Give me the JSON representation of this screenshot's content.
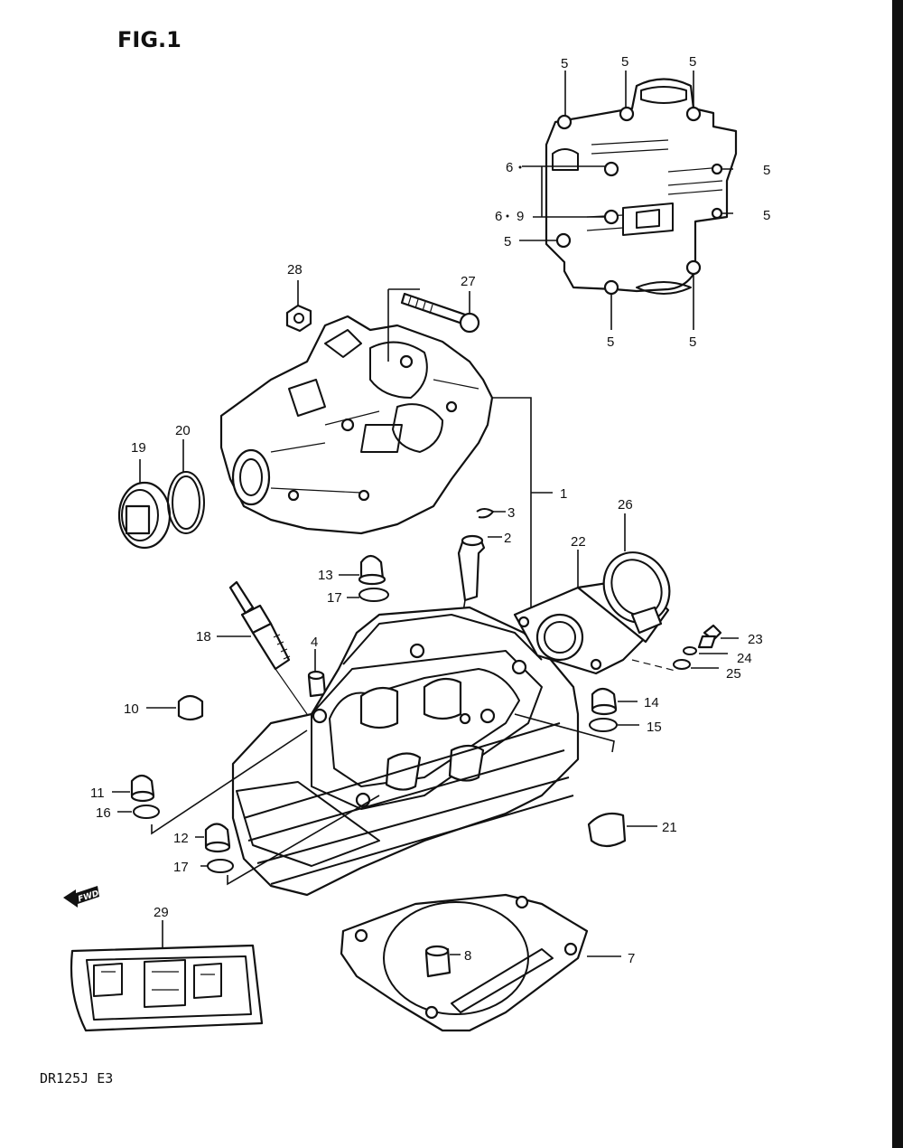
{
  "figure": {
    "title": "FIG.1",
    "model_code": "DR125J E3",
    "fwd_marker": "FWD"
  },
  "callouts": {
    "c1": "1",
    "c2": "2",
    "c3": "3",
    "c4": "4",
    "c5a": "5",
    "c5b": "5",
    "c5c": "5",
    "c5d": "5",
    "c5e": "5",
    "c5f": "5",
    "c5g": "5",
    "c5h": "5",
    "c6a": "6",
    "c6b": "6",
    "c7": "7",
    "c8": "8",
    "c9": "9",
    "c10": "10",
    "c11": "11",
    "c12": "12",
    "c13": "13",
    "c14": "14",
    "c15": "15",
    "c16": "16",
    "c17a": "17",
    "c17b": "17",
    "c18": "18",
    "c19": "19",
    "c20": "20",
    "c21": "21",
    "c22": "22",
    "c23": "23",
    "c24": "24",
    "c25": "25",
    "c26": "26",
    "c27": "27",
    "c28": "28",
    "c29": "29"
  }
}
